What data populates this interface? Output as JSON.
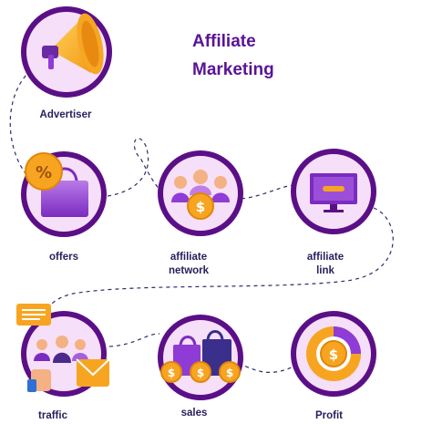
{
  "title": {
    "line1": "Affiliate",
    "line2": "Marketing"
  },
  "nodes": [
    {
      "id": "advertiser",
      "label": "Advertiser",
      "icon": "megaphone-icon"
    },
    {
      "id": "offers",
      "label": "offers",
      "icon": "shopping-bag-percent-icon"
    },
    {
      "id": "affiliate-network",
      "label_line1": "affiliate",
      "label_line2": "network",
      "icon": "people-network-coin-icon"
    },
    {
      "id": "affiliate-link",
      "label_line1": "affiliate",
      "label_line2": "link",
      "icon": "monitor-link-icon"
    },
    {
      "id": "traffic",
      "label": "traffic",
      "icon": "crowd-traffic-icon"
    },
    {
      "id": "sales",
      "label": "sales",
      "icon": "bags-coins-icon"
    },
    {
      "id": "profit",
      "label": "Profit",
      "icon": "pie-chart-coin-icon"
    }
  ],
  "colors": {
    "ring": "#5b0f87",
    "circle_fill": "#f6dff8",
    "title": "#5a1396",
    "label": "#2a1d5c",
    "accent_orange": "#f7a521",
    "accent_purple": "#8f3bd6",
    "connector": "#2e2a6b"
  }
}
